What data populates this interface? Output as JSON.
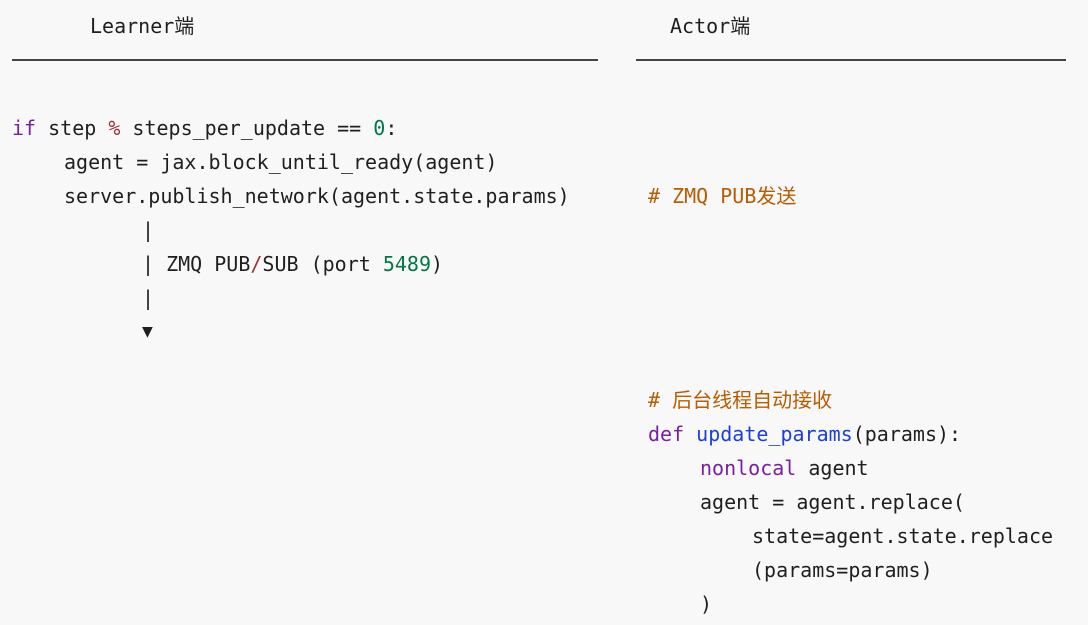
{
  "headers": {
    "learner": "Learner端",
    "actor": "Actor端"
  },
  "learner": {
    "line1": {
      "kw_if": "if",
      "pre_op": " step ",
      "op_mod": "%",
      "mid": " steps_per_update == ",
      "num_zero": "0",
      "end": ":"
    },
    "line2": "agent = jax.block_until_ready(agent)",
    "line3": "server.publish_network(agent.state.params)",
    "pipe": "|",
    "transport": {
      "pre": "| ZMQ PUB",
      "slash": "/",
      "mid": "SUB (port ",
      "port": "5489",
      "end": ")"
    },
    "arrow": "▼"
  },
  "actor": {
    "comment_send": "# ZMQ PUB发送",
    "comment_recv": "# 后台线程自动接收",
    "def_kw": "def",
    "func_name": "update_params",
    "def_args": "(params):",
    "nonlocal_kw": "nonlocal",
    "nonlocal_var": " agent",
    "assign": "agent = agent.replace(",
    "state_arg": "state=agent.state.replace",
    "params_arg": "(params=params)",
    "close_paren": ")"
  },
  "colors": {
    "keyword": "#7b1fa2",
    "number": "#00784a",
    "operator": "#a0303a",
    "function": "#1d3fd9",
    "comment": "#b75c00"
  }
}
